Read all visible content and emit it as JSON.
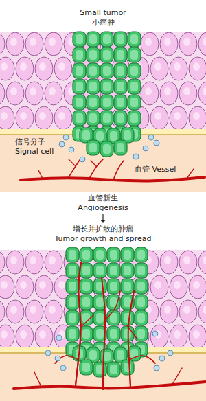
{
  "diagram": {
    "labels": [
      "Small tumor",
      "小癌肿",
      "信号分子",
      "Signal cell",
      "血管 Vessel",
      "血管新生",
      "Angiogenesis",
      "增长并扩散的肿瘤",
      "Tumor growth and spread"
    ]
  }
}
